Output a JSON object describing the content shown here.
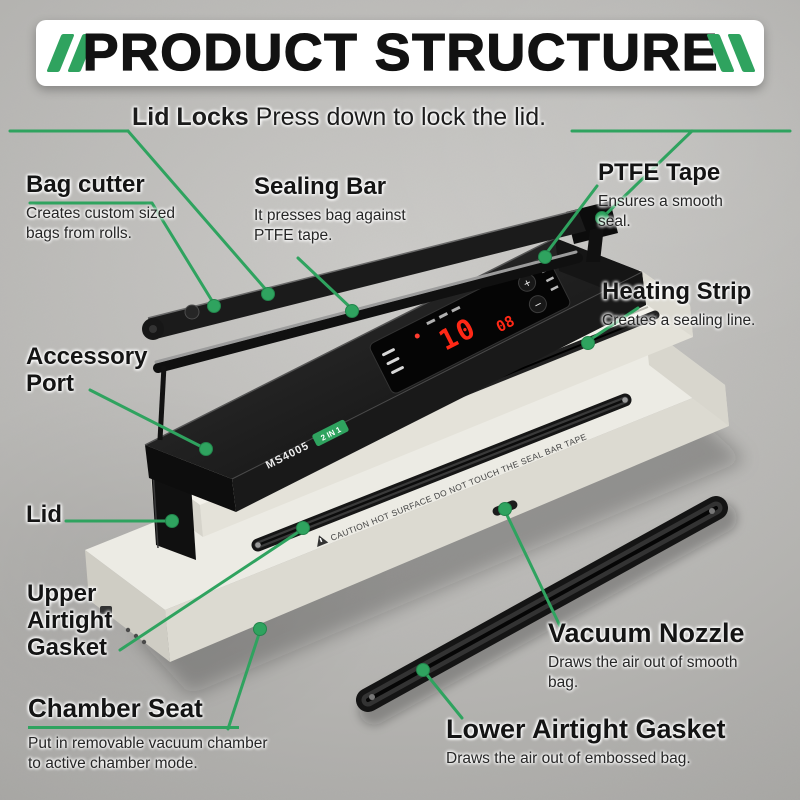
{
  "colors": {
    "accent": "#2fa35f",
    "led_red": "#ff2816"
  },
  "header": {
    "title": "PRODUCT STRUCTURE"
  },
  "callouts": {
    "lid_locks": {
      "title": "Lid Locks",
      "desc": "Press down to lock the lid."
    },
    "bag_cutter": {
      "title": "Bag cutter",
      "desc": "Creates custom sized bags from rolls."
    },
    "sealing_bar": {
      "title": "Sealing Bar",
      "desc": "It presses bag against PTFE tape."
    },
    "ptfe_tape": {
      "title": "PTFE Tape",
      "desc": "Ensures a smooth seal."
    },
    "heating_strip": {
      "title": "Heating Strip",
      "desc": "Creates a sealing line."
    },
    "accessory_port": {
      "title": "Accessory Port"
    },
    "lid": {
      "title": "Lid"
    },
    "upper_airtight_gasket": {
      "title": "Upper Airtight Gasket"
    },
    "chamber_seat": {
      "title": "Chamber Seat",
      "desc": "Put in removable vacuum chamber to active chamber mode."
    },
    "vacuum_nozzle": {
      "title": "Vacuum Nozzle",
      "desc": "Draws the air out of smooth bag."
    },
    "lower_airtight_gasket": {
      "title": "Lower Airtight Gasket",
      "desc": "Draws the air out of embossed bag."
    }
  },
  "machine": {
    "model": "MS4005",
    "badge": "2 IN 1",
    "display_main": "10",
    "display_sub": "08",
    "btn_plus": "+",
    "btn_minus": "−",
    "caution": "CAUTION HOT SURFACE DO NOT TOUCH THE SEAL BAR TAPE"
  }
}
